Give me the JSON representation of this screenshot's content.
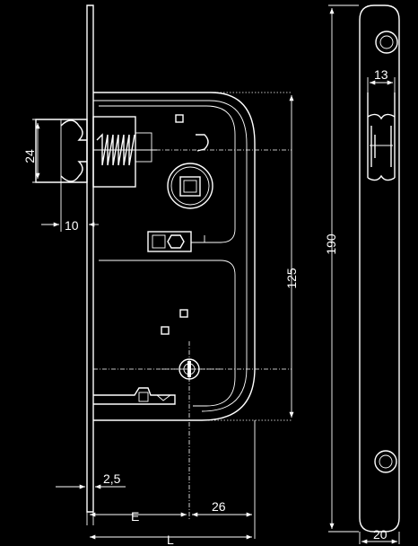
{
  "diagram": {
    "colors": {
      "background": "#000000",
      "line": "#ffffff"
    },
    "dimensions": {
      "height_24": "24",
      "offset_10": "10",
      "center_125": "125",
      "height_190": "190",
      "width_13": "13",
      "width_20": "20",
      "plate_2_5": "2,5",
      "backset_E": "E",
      "dist_26": "26",
      "length_L": "L"
    }
  }
}
